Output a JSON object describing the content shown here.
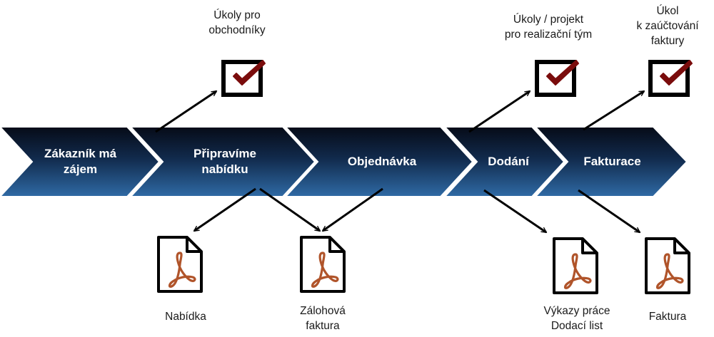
{
  "process_steps": [
    {
      "label_line1": "Zákazník má",
      "label_line2": "zájem"
    },
    {
      "label_line1": "Připravíme",
      "label_line2": "nabídku"
    },
    {
      "label_line1": "Objednávka",
      "label_line2": ""
    },
    {
      "label_line1": "Dodání",
      "label_line2": ""
    },
    {
      "label_line1": "Fakturace",
      "label_line2": ""
    }
  ],
  "tasks": [
    {
      "line1": "Úkoly pro",
      "line2": "obchodníky",
      "line3": ""
    },
    {
      "line1": "Úkoly / projekt",
      "line2": "pro realizační tým",
      "line3": ""
    },
    {
      "line1": "Úkol",
      "line2": "k zaúčtování",
      "line3": "faktury"
    }
  ],
  "documents": [
    {
      "line1": "Nabídka",
      "line2": ""
    },
    {
      "line1": "Zálohová",
      "line2": "faktura"
    },
    {
      "line1": "Výkazy práce",
      "line2": "Dodací list"
    },
    {
      "line1": "Faktura",
      "line2": ""
    }
  ],
  "icons": {
    "task": "checkbox-check-icon",
    "document": "pdf-document-icon"
  },
  "colors": {
    "chevron_dark": "#060b17",
    "chevron_light": "#2f6aa5",
    "check": "#7a0c0c",
    "pdf_swirl": "#b0542a",
    "outline": "#000000"
  }
}
